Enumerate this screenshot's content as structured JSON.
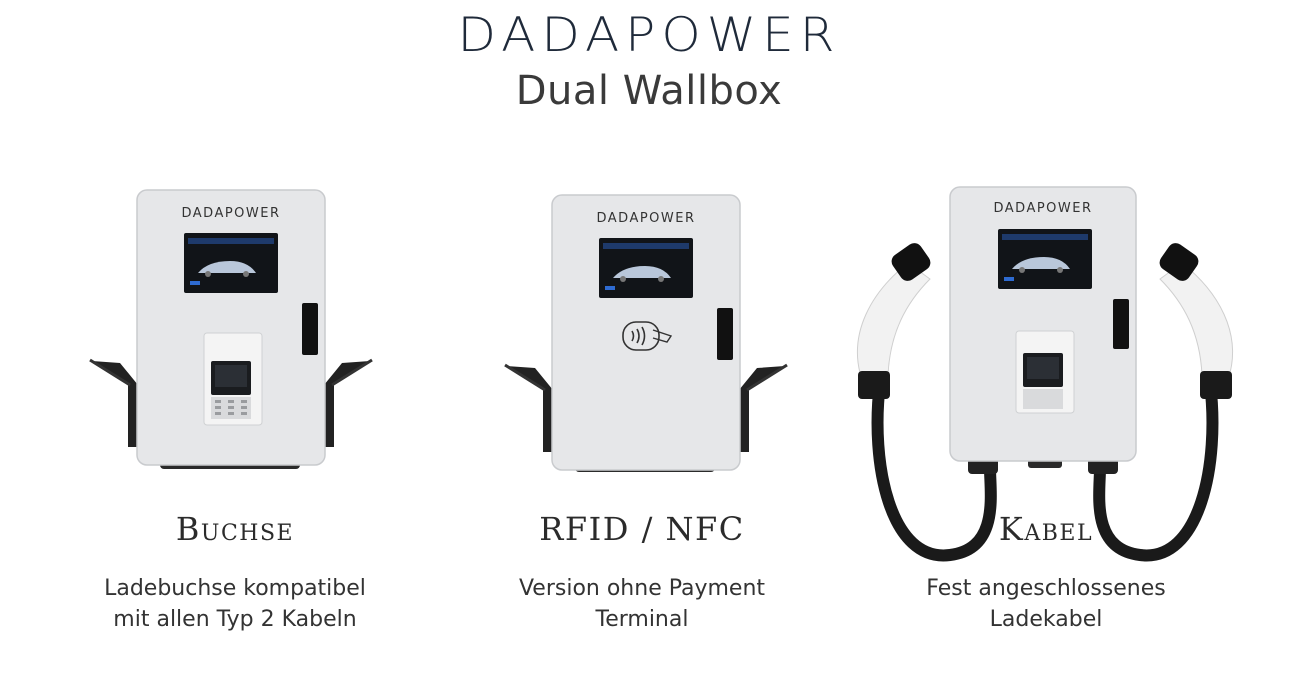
{
  "header": {
    "brand": "DADAPOWER",
    "subtitle": "Dual Wallbox"
  },
  "products": [
    {
      "heading": "Buchse",
      "description_lines": [
        "Ladebuchse kompatibel",
        "mit allen Typ 2  Kabeln"
      ],
      "device_brand": "DADAPOWER"
    },
    {
      "heading": "RFID / NFC",
      "description_lines": [
        "Version ohne  Payment",
        "Terminal"
      ],
      "device_brand": "DADAPOWER"
    },
    {
      "heading": "Kabel",
      "description_lines": [
        "Fest angeschlossenes",
        "Ladekabel"
      ],
      "device_brand": "DADAPOWER"
    }
  ],
  "colors": {
    "housing": "#e6e7e9",
    "screen": "#111418",
    "cable": "#1a1a1a",
    "connector": "#f2f2f2"
  },
  "icons": [
    "nfc-icon"
  ]
}
